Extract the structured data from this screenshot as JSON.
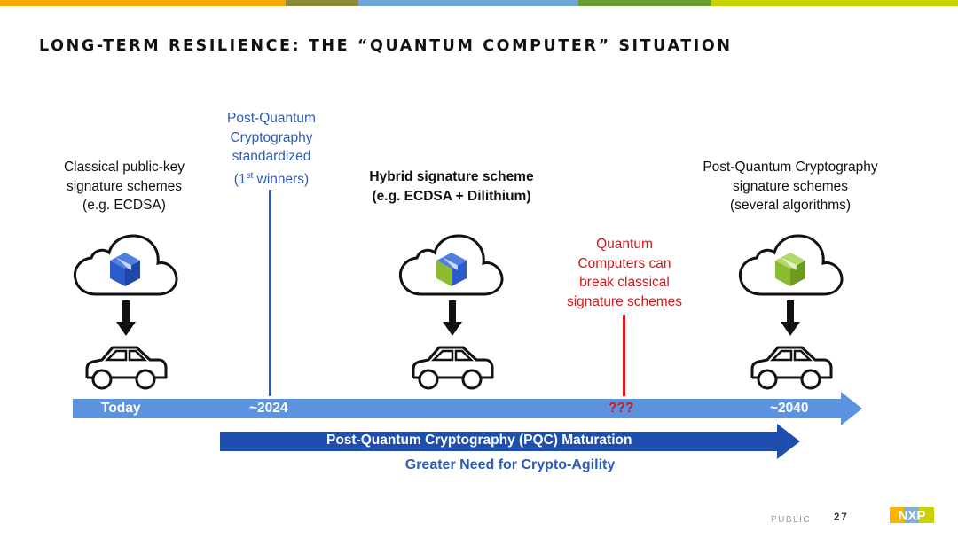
{
  "colors": {
    "top_bar": [
      "#f7a707",
      "#8d8a38",
      "#71a7d6",
      "#6aa032",
      "#c6d300"
    ],
    "timeline_light": "#5b93df",
    "timeline_dark": "#1f4fae",
    "blue_text": "#2d5cb4",
    "red_text": "#d3171a",
    "cube_blue": "#2a5bc8",
    "cube_green": "#8bbb31"
  },
  "title": "LONG-TERM RESILIENCE: THE “QUANTUM COMPUTER” SITUATION",
  "stages": [
    {
      "label_lines": [
        "Classical public-key",
        "signature schemes",
        "(e.g. ECDSA)"
      ],
      "cube": "cube-blue-icon"
    },
    {
      "label_lines": [
        "Hybrid signature scheme",
        "(e.g. ECDSA + Dilithium)"
      ],
      "cube": "cube-hybrid-icon"
    },
    {
      "label_lines": [
        "Post-Quantum Cryptography",
        "signature schemes",
        "(several algorithms)"
      ],
      "cube": "cube-green-icon"
    }
  ],
  "pqc_standard": {
    "lines": [
      "Post-Quantum",
      "Cryptography",
      "standardized"
    ],
    "last_prefix": "(1",
    "last_sup": "st",
    "last_suffix": " winners)"
  },
  "quantum_threat": {
    "lines": [
      "Quantum",
      "Computers can",
      "break classical",
      "signature schemes"
    ]
  },
  "timeline": {
    "today": "Today",
    "y2024": "~2024",
    "unknown": "???",
    "y2040": "~2040"
  },
  "maturation": {
    "label": "Post-Quantum Cryptography (PQC) Maturation",
    "sublabel": "Greater Need for Crypto-Agility"
  },
  "footer": {
    "classification": "PUBLIC",
    "page": "27",
    "logo_text": "NXP"
  }
}
